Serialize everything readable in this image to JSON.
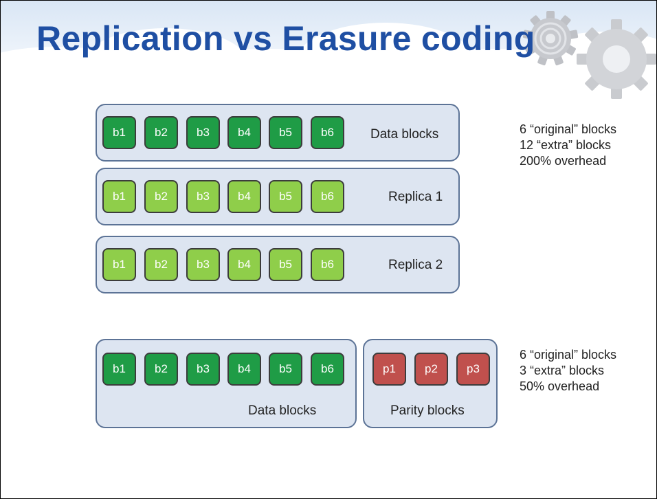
{
  "slide": {
    "title": "Replication vs Erasure coding"
  },
  "replication": {
    "data_row": {
      "label": "Data blocks",
      "blocks": [
        "b1",
        "b2",
        "b3",
        "b4",
        "b5",
        "b6"
      ]
    },
    "replica1": {
      "label": "Replica 1",
      "blocks": [
        "b1",
        "b2",
        "b3",
        "b4",
        "b5",
        "b6"
      ]
    },
    "replica2": {
      "label": "Replica 2",
      "blocks": [
        "b1",
        "b2",
        "b3",
        "b4",
        "b5",
        "b6"
      ]
    },
    "stats": [
      "6 “original” blocks",
      "12 “extra” blocks",
      "200% overhead"
    ]
  },
  "erasure": {
    "data_panel": {
      "label": "Data blocks",
      "blocks": [
        "b1",
        "b2",
        "b3",
        "b4",
        "b5",
        "b6"
      ]
    },
    "parity_panel": {
      "label": "Parity blocks",
      "blocks": [
        "p1",
        "p2",
        "p3"
      ]
    },
    "stats": [
      "6 “original” blocks",
      "3 “extra” blocks",
      "50% overhead"
    ]
  },
  "colors": {
    "title": "#1f4fa3",
    "data_block": "#1f9c46",
    "replica_block": "#8fce4a",
    "parity_block": "#c0504d",
    "panel_fill": "#dde5f1",
    "panel_border": "#5c7396"
  },
  "icons": {
    "decoration": "gears-icon",
    "background": "clouds-graphic"
  }
}
